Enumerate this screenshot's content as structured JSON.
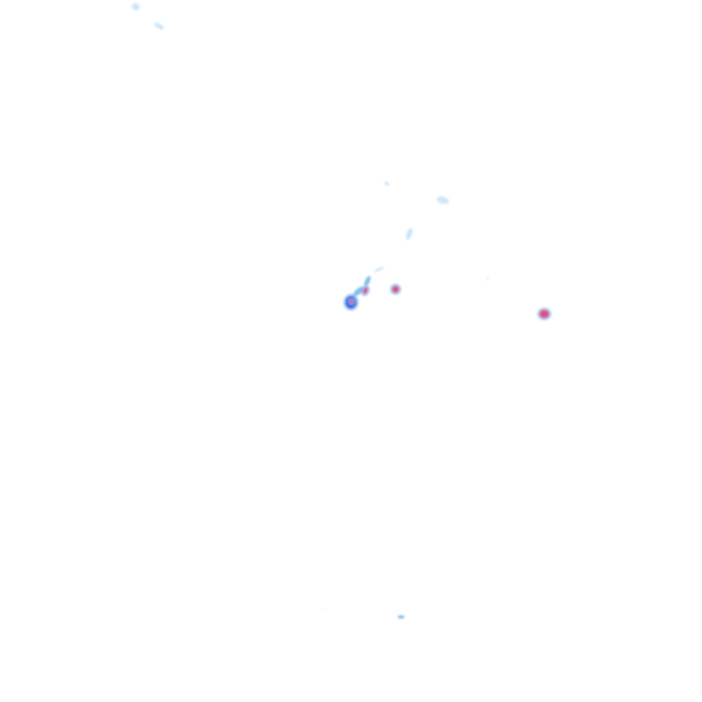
{
  "map": {
    "layer": "precipitation-radar-overlay",
    "background_color": "#ffffff",
    "colors": {
      "light": "#c6e2f7",
      "moderate": "#7fb8ea",
      "heavy": "#3a52e0",
      "core": "#e2487f"
    },
    "echoes": [
      {
        "name": "echo-1",
        "intensity": "light"
      },
      {
        "name": "echo-2",
        "intensity": "light"
      },
      {
        "name": "echo-3",
        "intensity": "light"
      },
      {
        "name": "echo-4",
        "intensity": "light"
      },
      {
        "name": "echo-5",
        "intensity": "light"
      },
      {
        "name": "echo-6",
        "intensity": "light"
      },
      {
        "name": "echo-7",
        "intensity": "moderate"
      },
      {
        "name": "echo-8",
        "intensity": "heavy"
      },
      {
        "name": "echo-9",
        "intensity": "core"
      },
      {
        "name": "echo-10",
        "intensity": "core"
      },
      {
        "name": "echo-11",
        "intensity": "core"
      },
      {
        "name": "echo-12",
        "intensity": "light"
      },
      {
        "name": "echo-13",
        "intensity": "moderate"
      }
    ]
  }
}
